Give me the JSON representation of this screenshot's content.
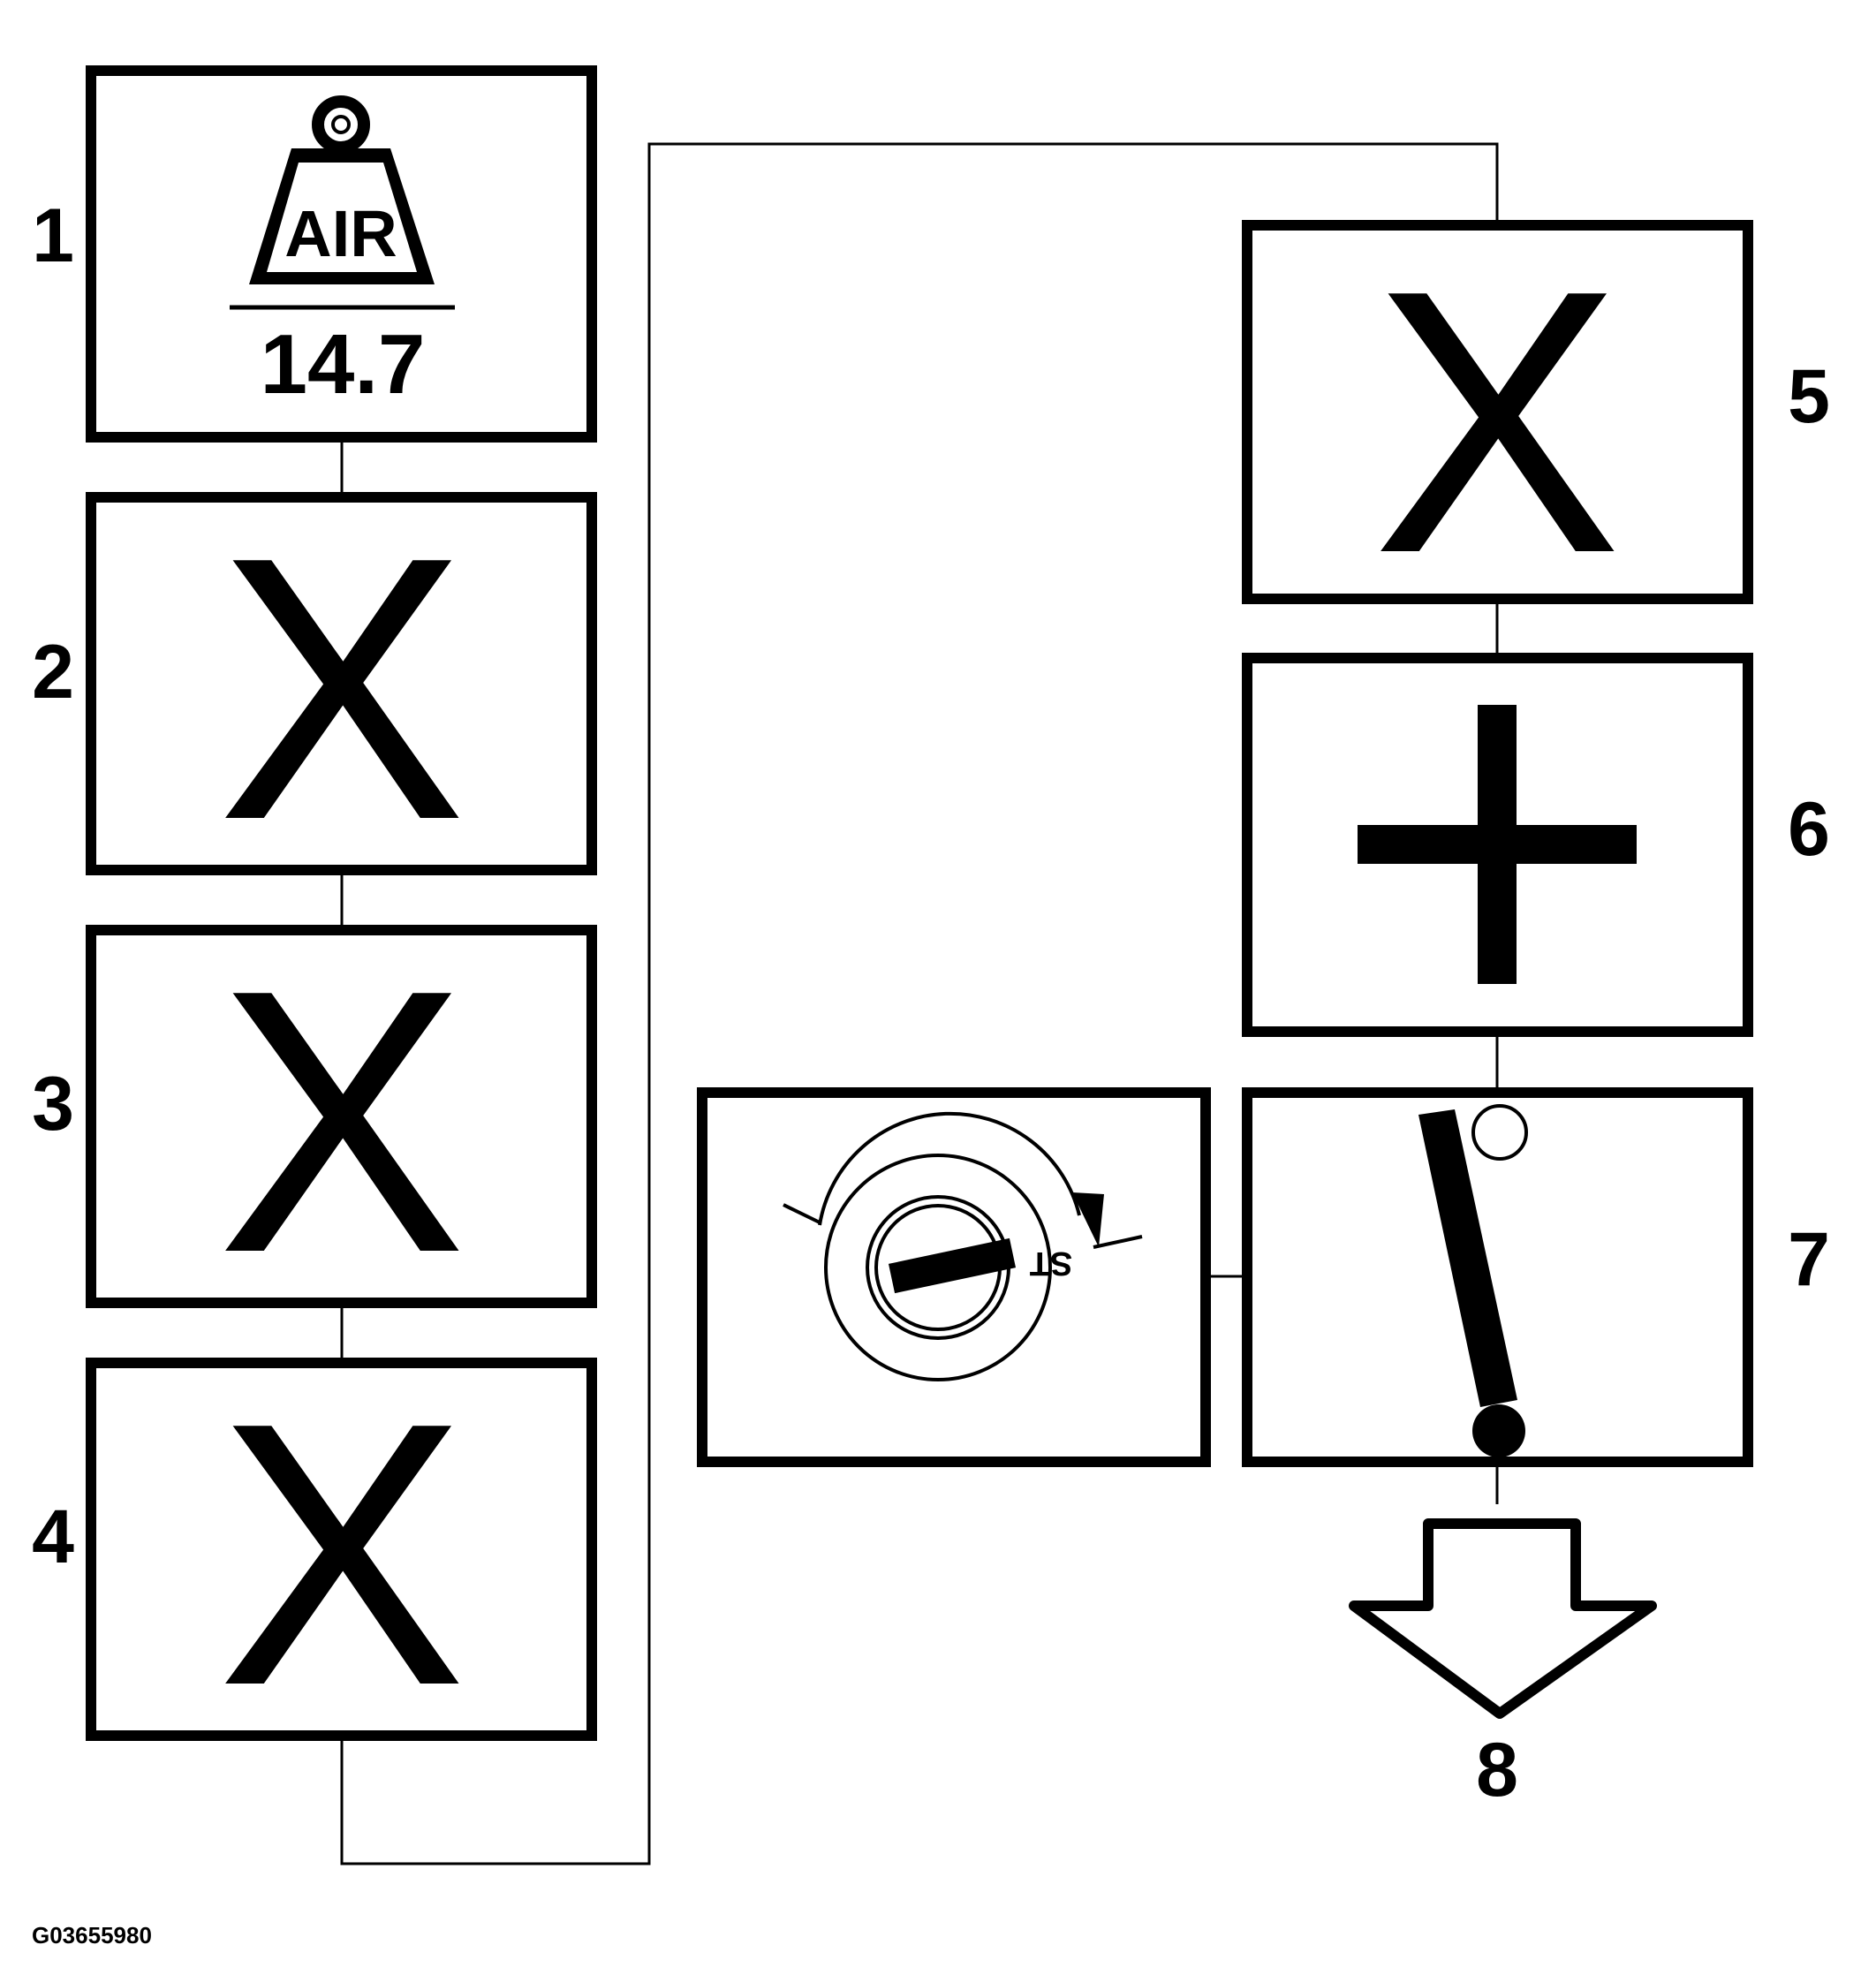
{
  "diagram": {
    "steps": [
      {
        "id": "1",
        "label": "1",
        "symbol": "air-weight-icon",
        "symbol_text": "AIR",
        "value": "14.7"
      },
      {
        "id": "2",
        "label": "2",
        "symbol": "x-icon",
        "symbol_text": "X"
      },
      {
        "id": "3",
        "label": "3",
        "symbol": "x-icon",
        "symbol_text": "X"
      },
      {
        "id": "4",
        "label": "4",
        "symbol": "x-icon",
        "symbol_text": "X"
      },
      {
        "id": "5",
        "label": "5",
        "symbol": "x-icon",
        "symbol_text": "X"
      },
      {
        "id": "6",
        "label": "6",
        "symbol": "plus-icon"
      },
      {
        "id": "7",
        "label": "7",
        "symbol": "pointer-lever-icon",
        "companion_symbol": "ignition-key-start-icon",
        "companion_text": "ST"
      },
      {
        "id": "8",
        "label": "8",
        "symbol": "down-arrow-icon"
      }
    ],
    "figure_code": "G03655980",
    "colors": {
      "ink": "#000000",
      "paper": "#ffffff"
    }
  }
}
